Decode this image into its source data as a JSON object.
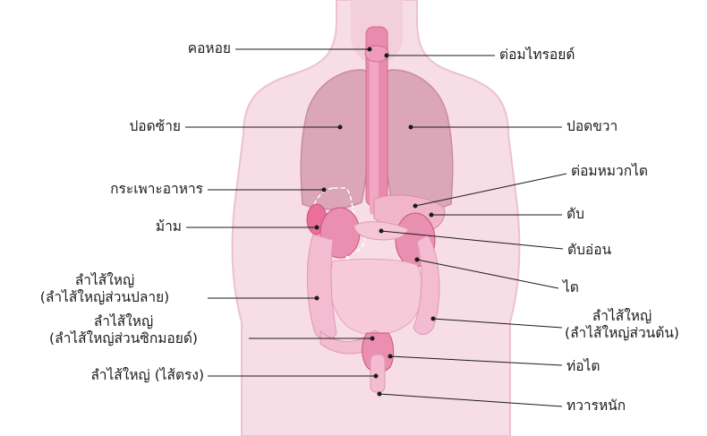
{
  "labels": {
    "pharynx": "คอหอย",
    "left_lung": "ปอดซ้าย",
    "stomach": "กระเพาะอาหาร",
    "spleen": "ม้าม",
    "descending_colon_1": "ลำไส้ใหญ่",
    "descending_colon_2": "(ลำไส้ใหญ่ส่วนปลาย)",
    "sigmoid_colon_1": "ลำไส้ใหญ่",
    "sigmoid_colon_2": "(ลำไส้ใหญ่ส่วนซิกมอยด์)",
    "rectum": "ลำไส้ใหญ่ (ไส้ตรง)",
    "thyroid": "ต่อมไทรอยด์",
    "right_lung": "ปอดขวา",
    "adrenal": "ต่อมหมวกไต",
    "liver": "ตับ",
    "pancreas": "ตับอ่อน",
    "kidney": "ไต",
    "ascending_colon_1": "ลำไส้ใหญ่",
    "ascending_colon_2": "(ลำไส้ใหญ่ส่วนต้น)",
    "ureter": "ท่อไต",
    "anus": "ทวารหนัก"
  },
  "colors": {
    "skin": "#f7dde5",
    "skin_edge": "#ecc2d0",
    "lung": "#dca6b9",
    "lung_edge": "#c98aa1",
    "trachea": "#e88bac",
    "organ_pink": "#ea8fb0",
    "intestine": "#f4bcd0",
    "leader": "#1b1b1b"
  }
}
